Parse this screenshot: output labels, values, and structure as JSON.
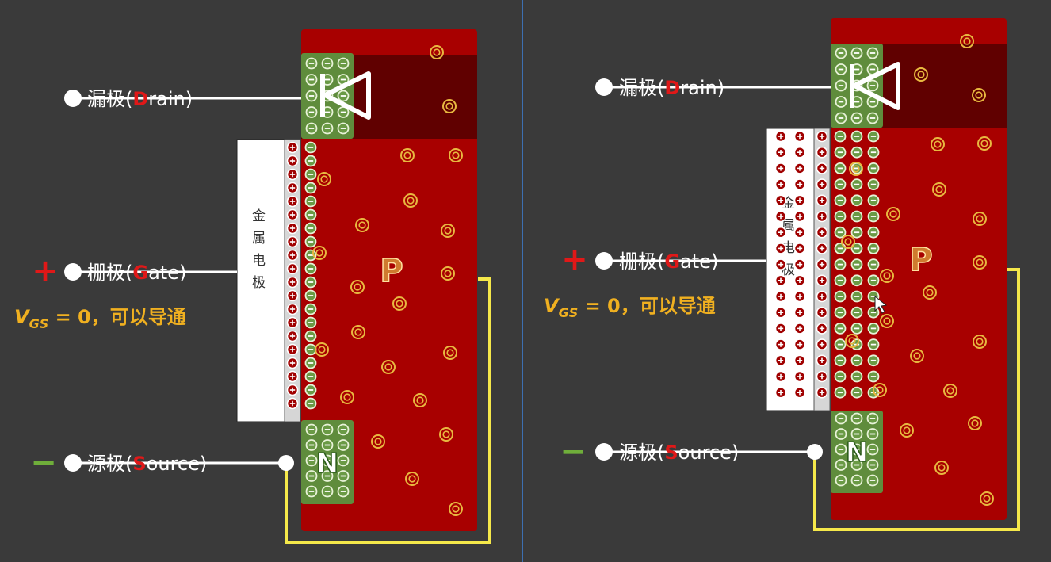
{
  "labels": {
    "drain_prefix": "漏极(",
    "drain_letter": "D",
    "drain_suffix": "rain)",
    "gate_prefix": "栅极(",
    "gate_letter": "G",
    "gate_suffix": "ate)",
    "source_prefix": "源极(",
    "source_letter": "S",
    "source_suffix": "ource)",
    "vgs_v": "V",
    "vgs_sub": "GS",
    "vgs_rest": " = 0，可以导通",
    "plus": "+",
    "minus": "−",
    "p_region": "P",
    "n_region": "N",
    "metal_chars": [
      "金",
      "属",
      "电",
      "极"
    ]
  },
  "colors": {
    "background": "#3a3a3a",
    "p_region": "#a80000",
    "drain_region": "#600000",
    "n_region": "#5f8c3c",
    "yellow_wire": "#f5e84a",
    "label_highlight": "#e01818",
    "vgs_text": "#f0b020"
  },
  "icons": [
    "diode-symbol-icon",
    "hole-carrier-icon",
    "electron-icon",
    "positive-charge-icon"
  ]
}
